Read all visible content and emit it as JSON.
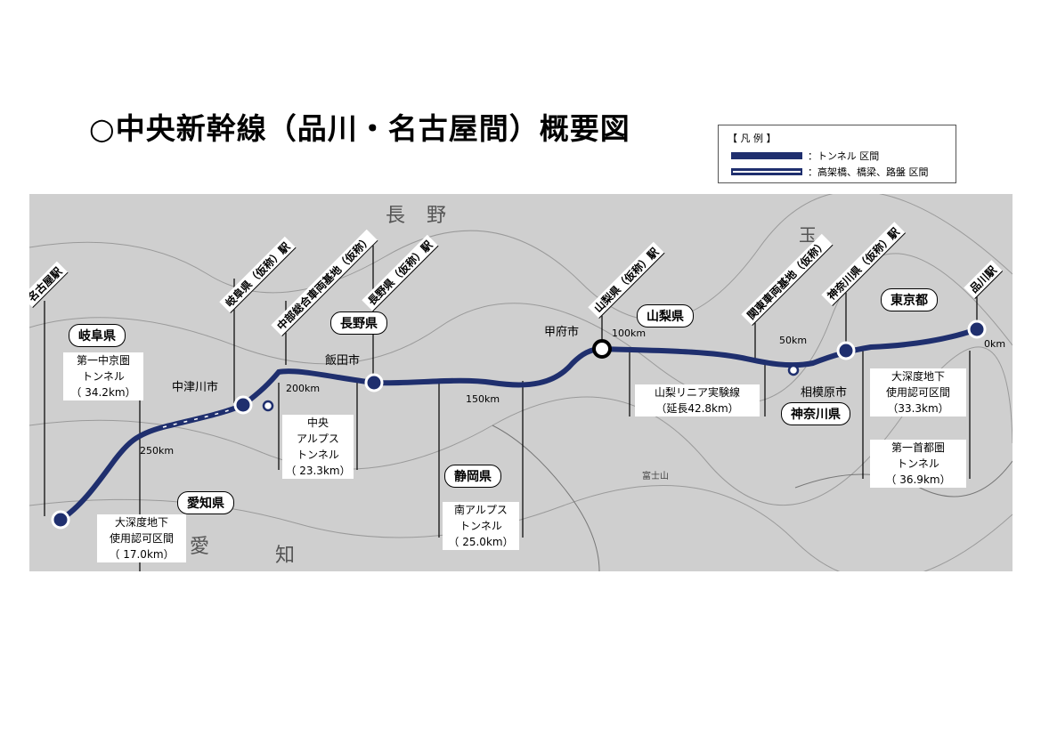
{
  "title": "○中央新幹線（品川・名古屋間）概要図",
  "legend": {
    "title": "【 凡 例 】",
    "tunnel": "：トンネル 区間",
    "elevated": "：高架橋、橋梁、路盤 区間"
  },
  "colors": {
    "line": "#1f2f6e",
    "map_bg": "#cfcfcf"
  },
  "stations": {
    "nagoya": "名古屋駅",
    "gifu": "岐阜県（仮称）駅",
    "chubu_depot": "中部総合車両基地（仮称）",
    "nagano": "長野県（仮称）駅",
    "yamanashi": "山梨県（仮称）駅",
    "kanto_depot": "関東車両基地（仮称）",
    "kanagawa": "神奈川県（仮称）駅",
    "shinagawa": "品川駅"
  },
  "prefectures": {
    "gifu": "岐阜県",
    "aichi": "愛知県",
    "nagano": "長野県",
    "shizuoka": "静岡県",
    "yamanashi": "山梨県",
    "kanagawa": "神奈川県",
    "tokyo": "東京都"
  },
  "cities": {
    "nakatsugawa": "中津川市",
    "iida": "飯田市",
    "kofu": "甲府市",
    "sagamihara": "相模原市"
  },
  "km_markers": {
    "k0": "0km",
    "k50": "50km",
    "k100": "100km",
    "k150": "150km",
    "k200": "200km",
    "k250": "250km"
  },
  "sections": {
    "chukyo_name": "第一中京圏\nトンネル",
    "chukyo_len": "（ 34.2km）",
    "nagoya_deep_name": "大深度地下\n使用認可区間",
    "nagoya_deep_len": "（ 17.0km）",
    "alps_c_name": "中央\nアルプス\nトンネル",
    "alps_c_len": "（ 23.3km）",
    "alps_s_name": "南アルプス\nトンネル",
    "alps_s_len": "（ 25.0km）",
    "test_line_name": "山梨リニア実験線",
    "test_line_len": "（延長42.8km）",
    "tokyo_deep_name": "大深度地下\n使用認可区間",
    "tokyo_deep_len": "（33.3km）",
    "shutoken_name": "第一首都圏\nトンネル",
    "shutoken_len": "（ 36.9km）"
  },
  "map_text": {
    "naga": "長",
    "no": "野",
    "tama": "玉",
    "ai": "愛",
    "chi": "知",
    "fuji": "富士山"
  }
}
